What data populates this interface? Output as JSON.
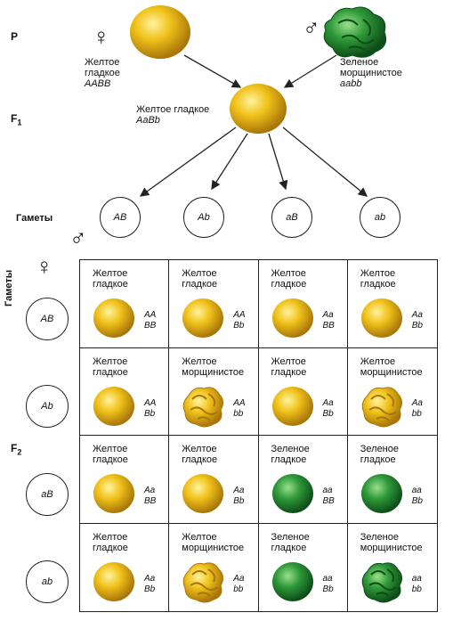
{
  "labels": {
    "p": "P",
    "f1": "F",
    "f1_sub": "1",
    "f2": "F",
    "f2_sub": "2",
    "gametes_row": "Гаметы",
    "gametes_col": "Гаметы"
  },
  "symbols": {
    "female": "♀",
    "male": "♂"
  },
  "parents": {
    "female": {
      "line1": "Желтое",
      "line2": "гладкое",
      "genotype": "AABB"
    },
    "male": {
      "line1": "Зеленое",
      "line2": "морщинистое",
      "genotype": "aabb"
    }
  },
  "f1": {
    "phenotype": "Желтое гладкое",
    "genotype": "AaBb"
  },
  "gametes_top": [
    "AB",
    "Ab",
    "aB",
    "ab"
  ],
  "gametes_left": [
    "AB",
    "Ab",
    "aB",
    "ab"
  ],
  "cells": [
    [
      {
        "l1": "Желтое",
        "l2": "гладкое",
        "g1": "AA",
        "g2": "BB",
        "color": "yellow",
        "shape": "smooth"
      },
      {
        "l1": "Желтое",
        "l2": "гладкое",
        "g1": "AA",
        "g2": "Bb",
        "color": "yellow",
        "shape": "smooth"
      },
      {
        "l1": "Желтое",
        "l2": "гладкое",
        "g1": "Aa",
        "g2": "BB",
        "color": "yellow",
        "shape": "smooth"
      },
      {
        "l1": "Желтое",
        "l2": "гладкое",
        "g1": "Aa",
        "g2": "Bb",
        "color": "yellow",
        "shape": "smooth"
      }
    ],
    [
      {
        "l1": "Желтое",
        "l2": "гладкое",
        "g1": "AA",
        "g2": "Bb",
        "color": "yellow",
        "shape": "smooth"
      },
      {
        "l1": "Желтое",
        "l2": "морщинистое",
        "g1": "AA",
        "g2": "bb",
        "color": "yellow",
        "shape": "wrinkled"
      },
      {
        "l1": "Желтое",
        "l2": "гладкое",
        "g1": "Aa",
        "g2": "Bb",
        "color": "yellow",
        "shape": "smooth"
      },
      {
        "l1": "Желтое",
        "l2": "морщинистое",
        "g1": "Aa",
        "g2": "bb",
        "color": "yellow",
        "shape": "wrinkled"
      }
    ],
    [
      {
        "l1": "Желтое",
        "l2": "гладкое",
        "g1": "Aa",
        "g2": "BB",
        "color": "yellow",
        "shape": "smooth"
      },
      {
        "l1": "Желтое",
        "l2": "гладкое",
        "g1": "Aa",
        "g2": "Bb",
        "color": "yellow",
        "shape": "smooth"
      },
      {
        "l1": "Зеленое",
        "l2": "гладкое",
        "g1": "aa",
        "g2": "BB",
        "color": "green",
        "shape": "smooth"
      },
      {
        "l1": "Зеленое",
        "l2": "гладкое",
        "g1": "aa",
        "g2": "Bb",
        "color": "green",
        "shape": "smooth"
      }
    ],
    [
      {
        "l1": "Желтое",
        "l2": "гладкое",
        "g1": "Aa",
        "g2": "Bb",
        "color": "yellow",
        "shape": "smooth"
      },
      {
        "l1": "Желтое",
        "l2": "морщинистое",
        "g1": "Aa",
        "g2": "bb",
        "color": "yellow",
        "shape": "wrinkled"
      },
      {
        "l1": "Зеленое",
        "l2": "гладкое",
        "g1": "aa",
        "g2": "Bb",
        "color": "green",
        "shape": "smooth"
      },
      {
        "l1": "Зеленое",
        "l2": "морщинистое",
        "g1": "aa",
        "g2": "bb",
        "color": "green",
        "shape": "wrinkled"
      }
    ]
  ],
  "colors": {
    "yellow_light": "#fff3a0",
    "yellow": "#f0c21a",
    "yellow_dark": "#a8760a",
    "green_light": "#9be08a",
    "green": "#2f9a3a",
    "green_dark": "#0d4d18",
    "line": "#222222"
  }
}
